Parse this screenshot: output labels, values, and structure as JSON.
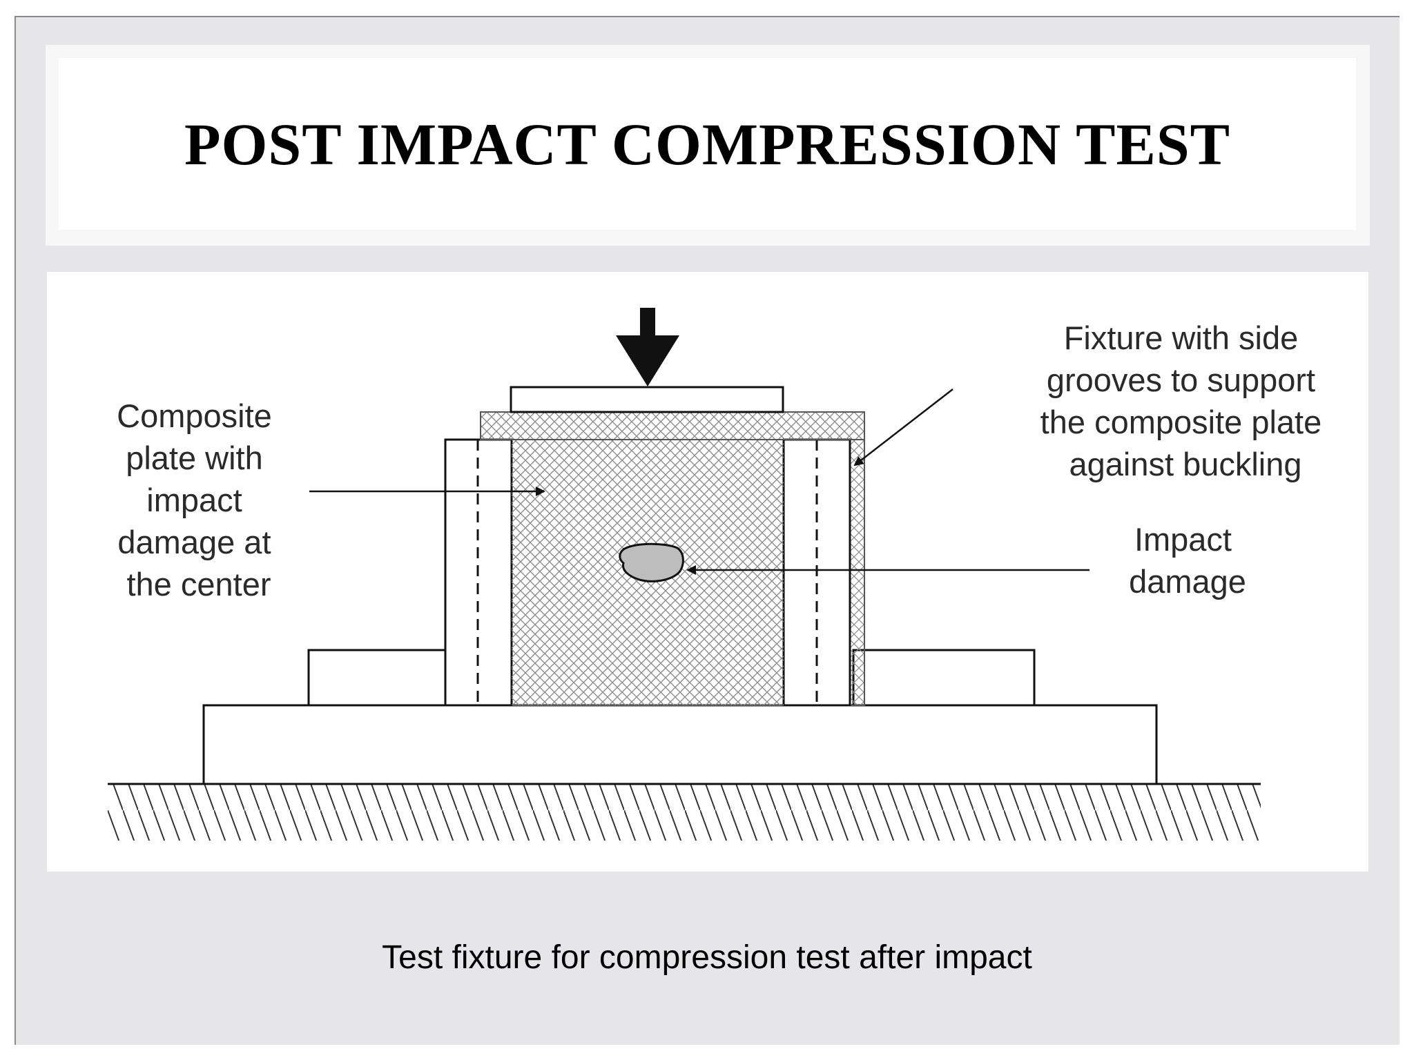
{
  "slide": {
    "title": "POST IMPACT COMPRESSION TEST",
    "caption": "Test fixture for compression test after impact"
  },
  "diagram": {
    "labels": {
      "composite_plate": [
        "Composite",
        "plate with",
        "impact",
        "damage at",
        "the center"
      ],
      "fixture": [
        "Fixture with side",
        "grooves to support",
        "the composite plate",
        "against buckling"
      ],
      "impact_damage": [
        "Impact",
        "damage"
      ]
    },
    "colors": {
      "stroke": "#111111",
      "plate_hatch": "#8c8c8c",
      "damage_fill": "#bdbdbd",
      "ground_hatch": "#333333"
    },
    "icons": [
      "load-arrow-icon"
    ]
  }
}
